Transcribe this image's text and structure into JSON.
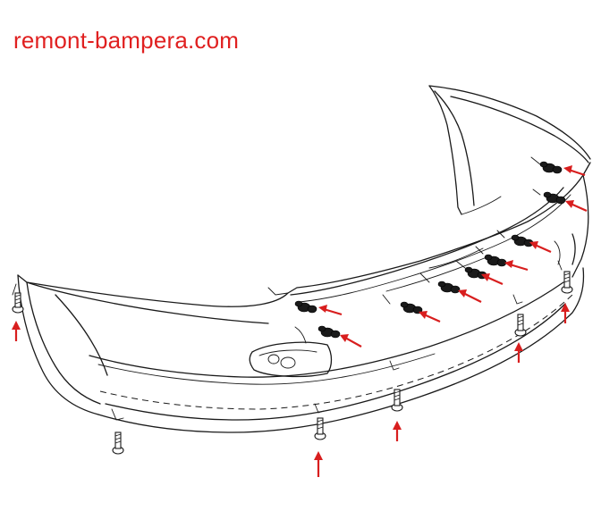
{
  "watermark": "remont-bampera.com",
  "colors": {
    "accent": "#e02020",
    "line": "#1a1a1a",
    "background": "#ffffff"
  },
  "fasteners": {
    "clip_icon": "clip-icon",
    "screw_icon": "screw-icon",
    "arrow_icon": "arrow-icon",
    "clip_count": 9,
    "screw_count": 6
  }
}
